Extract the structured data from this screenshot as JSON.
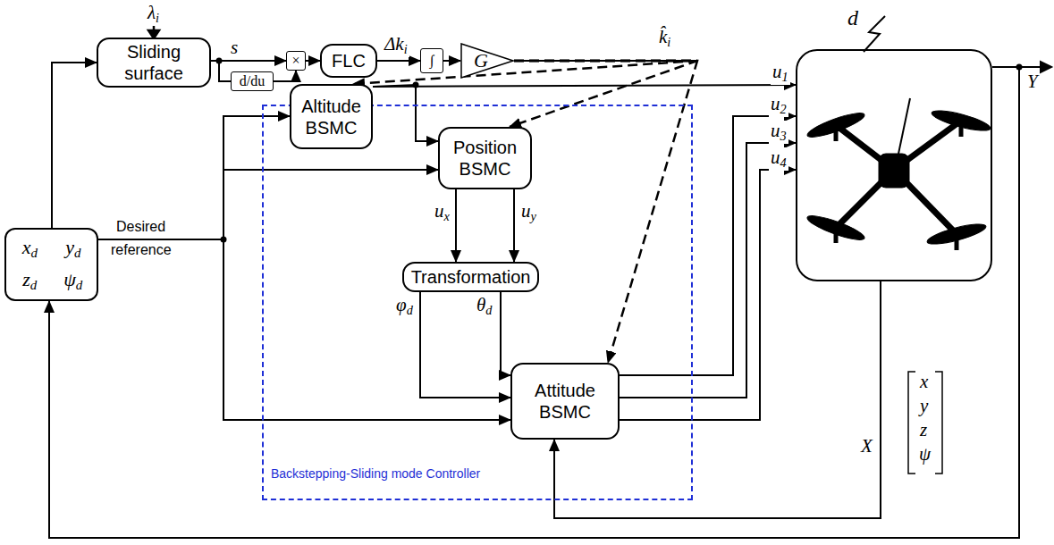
{
  "diagram": {
    "nodes": [
      {
        "text": [
          "xd",
          "yd",
          "zd",
          "ψd"
        ]
      },
      {
        "text": [
          "Sliding surface"
        ]
      },
      {
        "text": [
          "d/du"
        ]
      },
      {
        "text": [
          "×"
        ]
      },
      {
        "text": [
          "FLC"
        ]
      },
      {
        "text": [
          "∫"
        ]
      },
      {
        "text": [
          "G"
        ]
      },
      {
        "text": [
          "Backstepping-Sliding mode Controller"
        ]
      },
      {
        "text": [
          "Altitude BSMC"
        ],
        "in": 7
      },
      {
        "text": [
          "Position BSMC"
        ],
        "in": 7
      },
      {
        "text": [
          "Transformation"
        ],
        "in": 7
      },
      {
        "text": [
          "Attitude BSMC"
        ],
        "in": 7
      },
      {
        "text": [
          "d"
        ]
      }
    ],
    "edges": [
      {
        "from": 0,
        "to": 1,
        "arrow": "to"
      },
      {
        "from": 1,
        "to": 3,
        "label": "s",
        "arrow": "to"
      },
      {
        "from": 1,
        "to": 2,
        "arrow": "none"
      },
      {
        "from": 2,
        "to": 3,
        "arrow": "to"
      },
      {
        "from": 3,
        "to": 4,
        "arrow": "to"
      },
      {
        "from": 4,
        "to": 5,
        "label": "Δki",
        "arrow": "to"
      },
      {
        "from": 5,
        "to": 6,
        "arrow": "to"
      },
      {
        "from": 6,
        "to": 8,
        "arrow": "to"
      },
      {
        "from": 6,
        "to": 9,
        "arrow": "to"
      },
      {
        "from": 6,
        "to": 11,
        "arrow": "to"
      },
      {
        "from": 0,
        "to": 8,
        "arrow": "to"
      },
      {
        "from": 0,
        "to": 9,
        "arrow": "to"
      },
      {
        "from": 0,
        "to": 11,
        "arrow": "to"
      },
      {
        "from": 8,
        "to": 9,
        "arrow": "to"
      },
      {
        "from": 8,
        "to": 12,
        "arrow": "to"
      },
      {
        "from": 9,
        "to": 10,
        "arrow": "to"
      },
      {
        "from": 9,
        "to": 10,
        "arrow": "to"
      },
      {
        "from": 10,
        "to": 11,
        "arrow": "to"
      },
      {
        "from": 10,
        "to": 11,
        "arrow": "to"
      },
      {
        "from": 11,
        "to": 12,
        "arrow": "to"
      },
      {
        "from": 11,
        "to": 12,
        "arrow": "to"
      },
      {
        "from": 11,
        "to": 12,
        "arrow": "to"
      },
      {
        "from": 12,
        "to": 11,
        "arrow": "to"
      },
      {
        "from": 12,
        "to": 0,
        "arrow": "to"
      }
    ],
    "labels": [
      "λi",
      "k̂i",
      "Desired",
      "reference",
      "u1",
      "u2",
      "u3",
      "u4",
      "ux",
      "uy",
      "φd",
      "θd",
      "X",
      "Y",
      "x",
      "y",
      "z",
      "ψ"
    ]
  }
}
